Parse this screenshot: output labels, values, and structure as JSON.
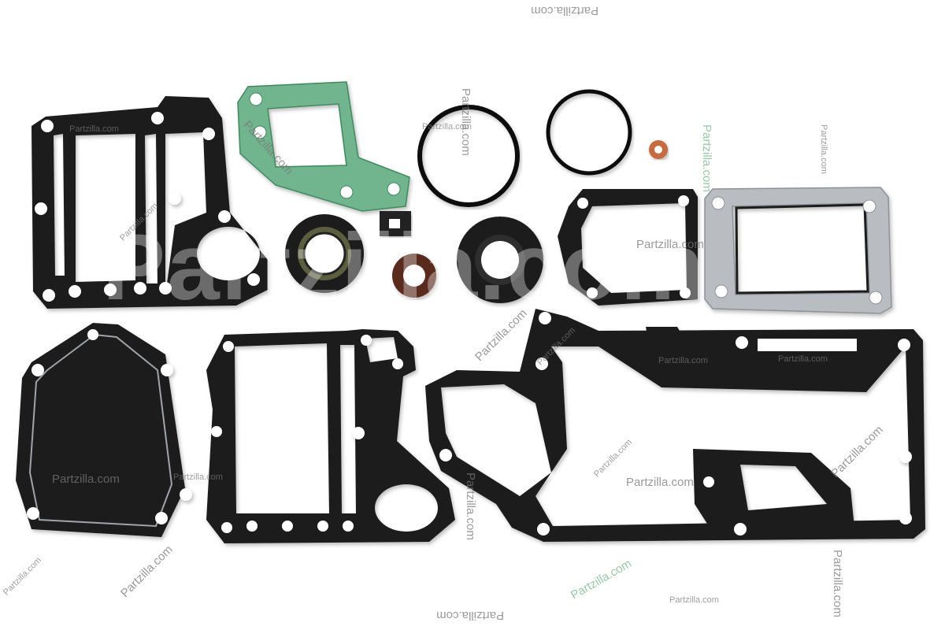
{
  "watermarks": {
    "brand": "Partzilla.com",
    "big_text": "Partzilla.com"
  },
  "colors": {
    "background": "#ffffff",
    "gasket_black": "#1e1e1e",
    "gasket_green": "#6fb58e",
    "gasket_gray": "#b9bdc1",
    "seal_brown": "#5a2a1e",
    "washer_copper": "#c76a3c"
  },
  "parts": [
    {
      "name": "upper-left-gasket",
      "icon": "gasket-icon"
    },
    {
      "name": "green-cover-gasket",
      "icon": "gasket-icon"
    },
    {
      "name": "large-o-ring",
      "icon": "o-ring-icon"
    },
    {
      "name": "medium-o-ring",
      "icon": "o-ring-icon"
    },
    {
      "name": "copper-washer",
      "icon": "washer-icon"
    },
    {
      "name": "oil-seal-large",
      "icon": "seal-icon"
    },
    {
      "name": "oil-seal-small",
      "icon": "seal-icon"
    },
    {
      "name": "oil-seal-medium",
      "icon": "seal-icon"
    },
    {
      "name": "square-pad",
      "icon": "pad-icon"
    },
    {
      "name": "square-gasket",
      "icon": "gasket-icon"
    },
    {
      "name": "gray-gasket",
      "icon": "gasket-icon"
    },
    {
      "name": "cover-plate-gasket",
      "icon": "gasket-icon"
    },
    {
      "name": "lower-center-gasket",
      "icon": "gasket-icon"
    },
    {
      "name": "exhaust-plate-gasket",
      "icon": "gasket-icon"
    }
  ]
}
